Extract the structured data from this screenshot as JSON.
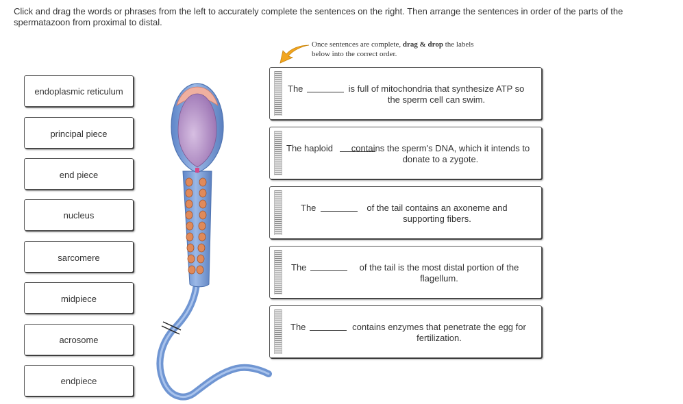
{
  "instructions": "Click and drag the words or phrases from the left to accurately complete the sentences on the right. Then arrange the sentences in order of the parts of the spermatazoon from proximal to distal.",
  "hint": {
    "part1": "Once sentences are complete, ",
    "bold": "drag & drop",
    "part2": " the labels below into the correct order."
  },
  "labels": [
    "endoplasmic reticulum",
    "principal piece",
    "end piece",
    "nucleus",
    "sarcomere",
    "midpiece",
    "acrosome",
    "endpiece"
  ],
  "sentences": [
    {
      "pre": "The",
      "post": "is full of mitochondria that synthesize ATP so the sperm cell can swim."
    },
    {
      "pre": "The haploid",
      "post": "contains the sperm's DNA, which it intends to donate to a zygote."
    },
    {
      "pre": "The",
      "post": "of the tail contains an axoneme and supporting fibers."
    },
    {
      "pre": "The",
      "post": "of the tail is the most distal portion of the flagellum."
    },
    {
      "pre": "The",
      "post": "contains enzymes that penetrate the egg for fertilization."
    }
  ],
  "colors": {
    "arrow": "#f2a51e",
    "cell_body": "#7b9fd6",
    "nucleus": "#b58ec6",
    "acrosome": "#f0b0a0",
    "mitochondria": "#e08a5a"
  },
  "icons": {
    "arrow": "arrow-icon",
    "grip": "drag-handle-icon"
  }
}
